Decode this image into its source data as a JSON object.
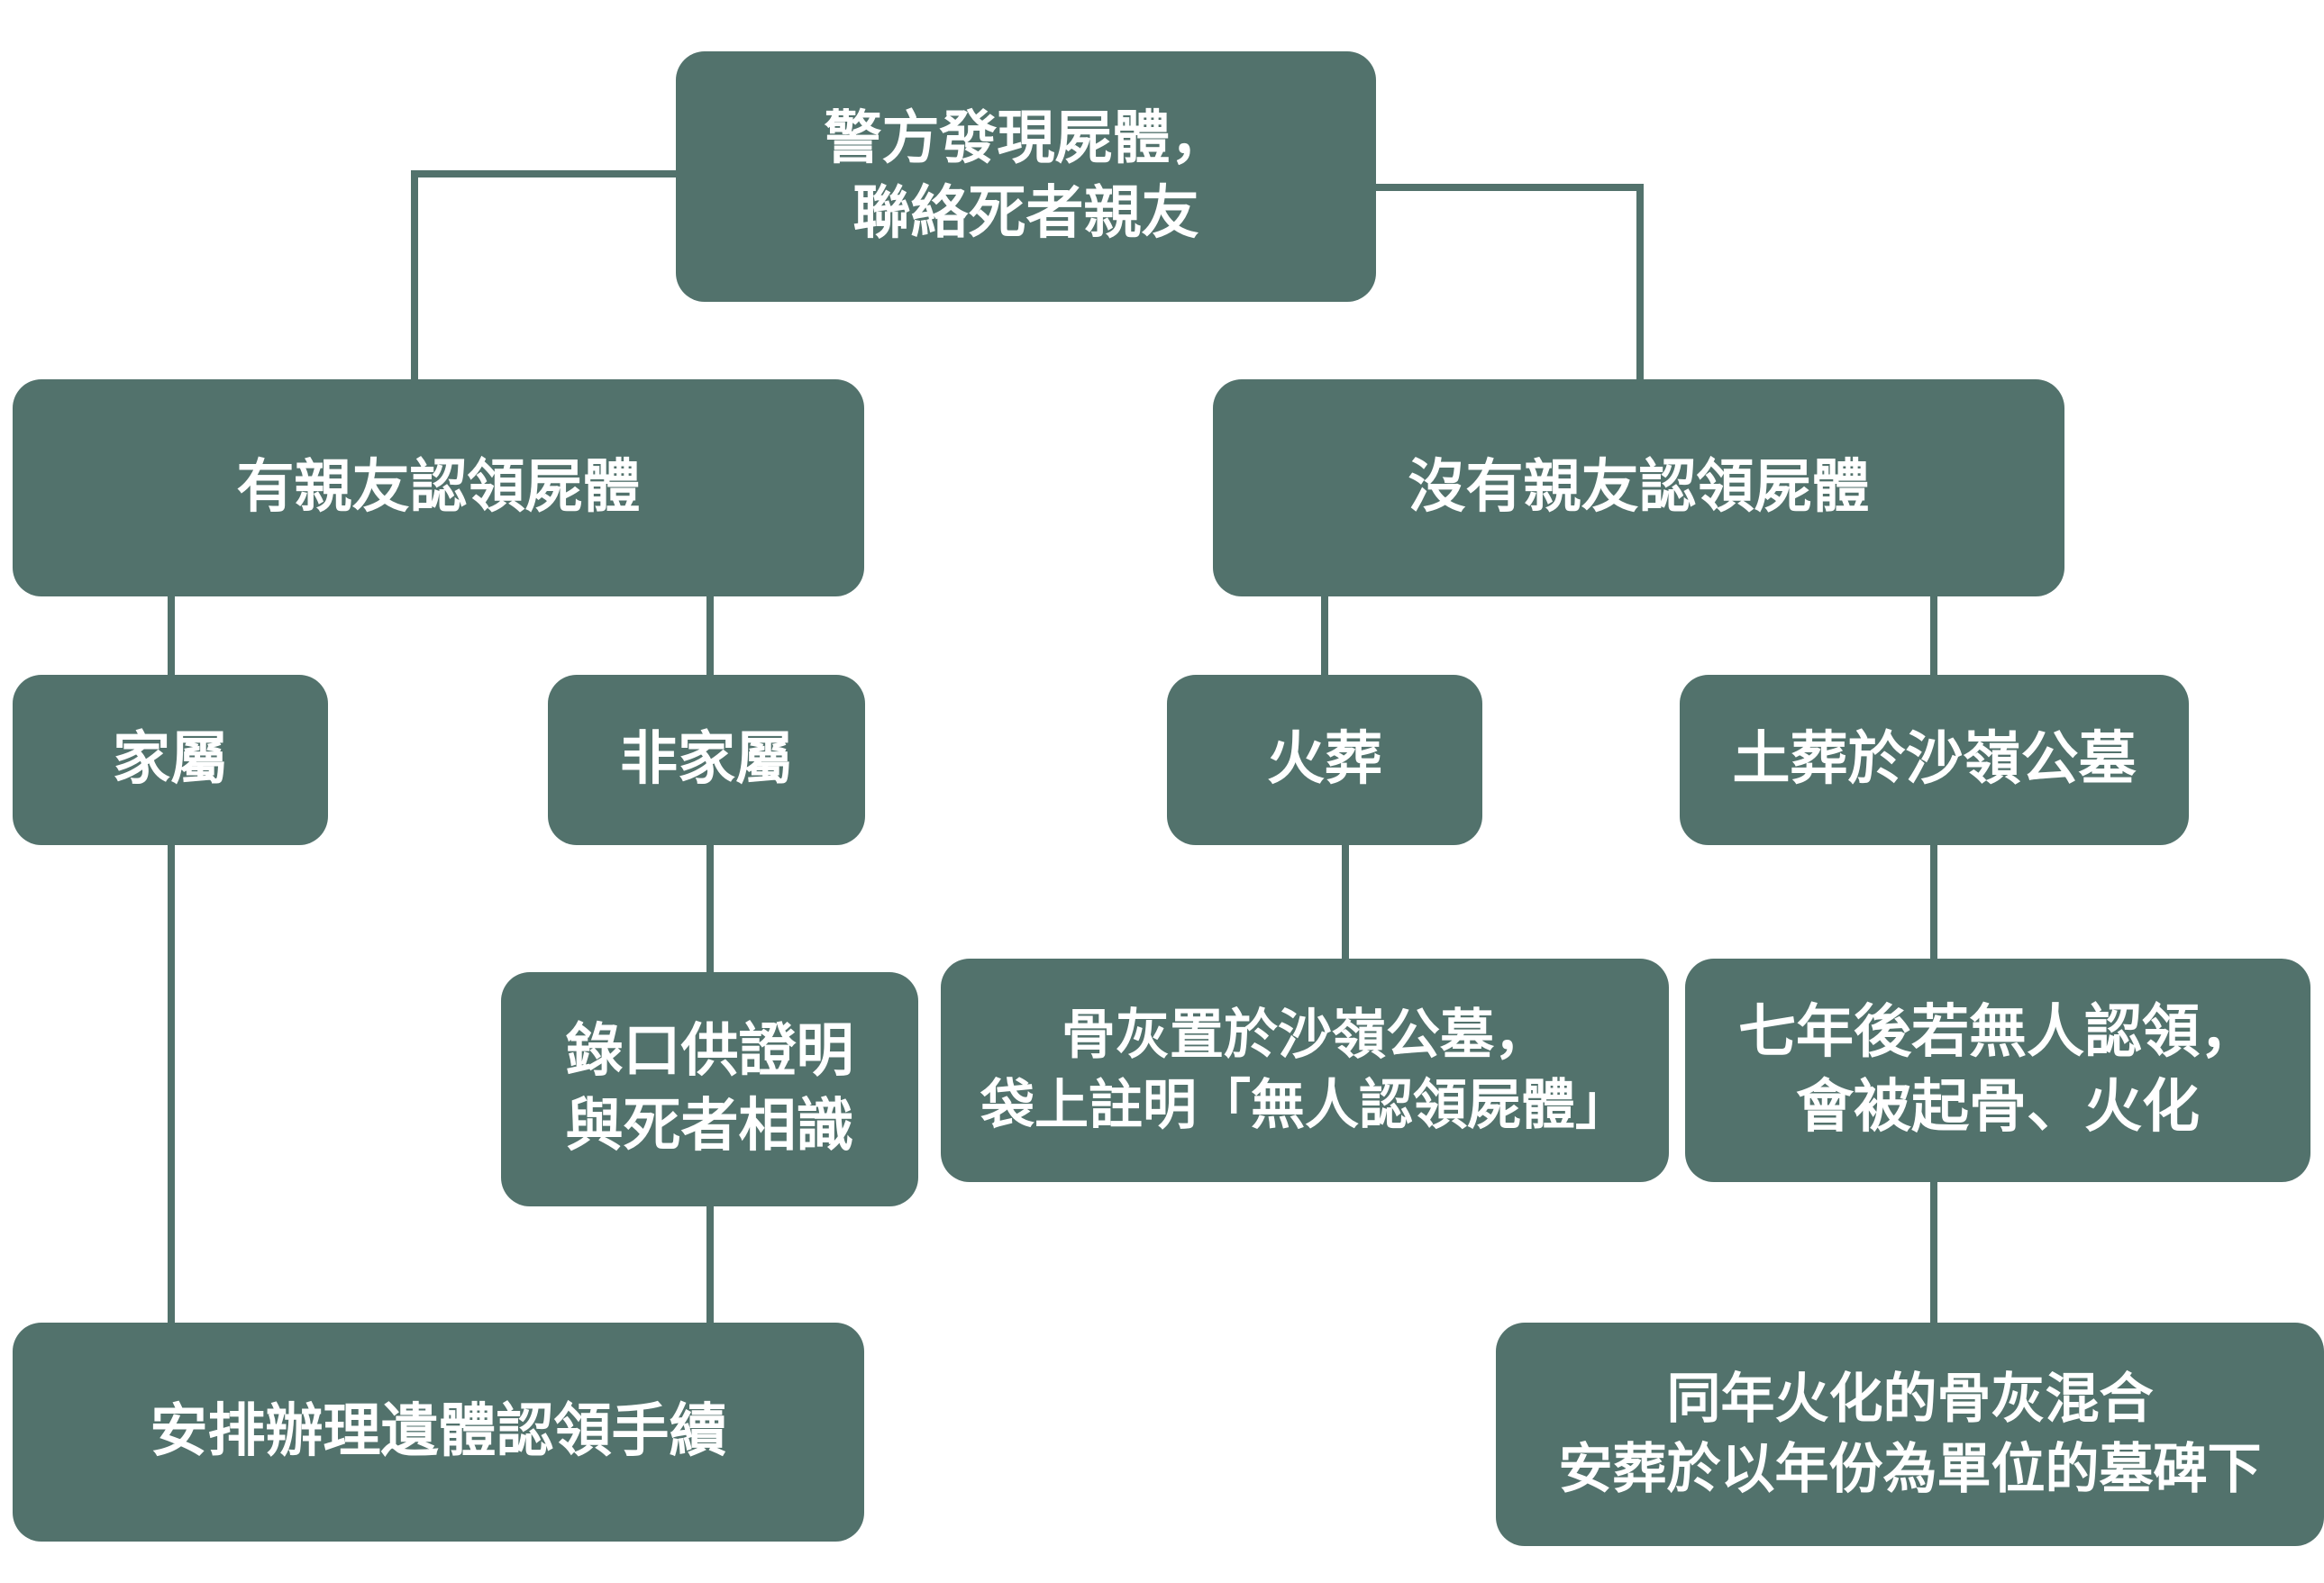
{
  "nodes": {
    "root": {
      "line1": "警方發現屍體，",
      "line2": "聯絡死者親友"
    },
    "claimed": "有親友認領屍體",
    "unclaimed": "沒有親友認領屍體",
    "family": "家屬",
    "non_family": "非家屬",
    "cremation": "火葬",
    "burial": "土葬於沙嶺公墓",
    "statement": {
      "line1": "錄口供證明",
      "line2": "與死者相識"
    },
    "ashes": {
      "line1": "骨灰置於沙嶺公墓，",
      "line2": "袋上註明「無人認領屍體」"
    },
    "seven_years": {
      "line1": "七年後若無人認領，",
      "line2": "會被起骨、火化"
    },
    "procedure": "安排辦理遺體認領手續",
    "mixed": {
      "line1": "同年火化的骨灰混合",
      "line2": "安葬於以年份為單位的墓碑下"
    }
  },
  "colors": {
    "node_fill": "#52726c",
    "node_text": "#ffffff",
    "connector": "#52726c"
  }
}
